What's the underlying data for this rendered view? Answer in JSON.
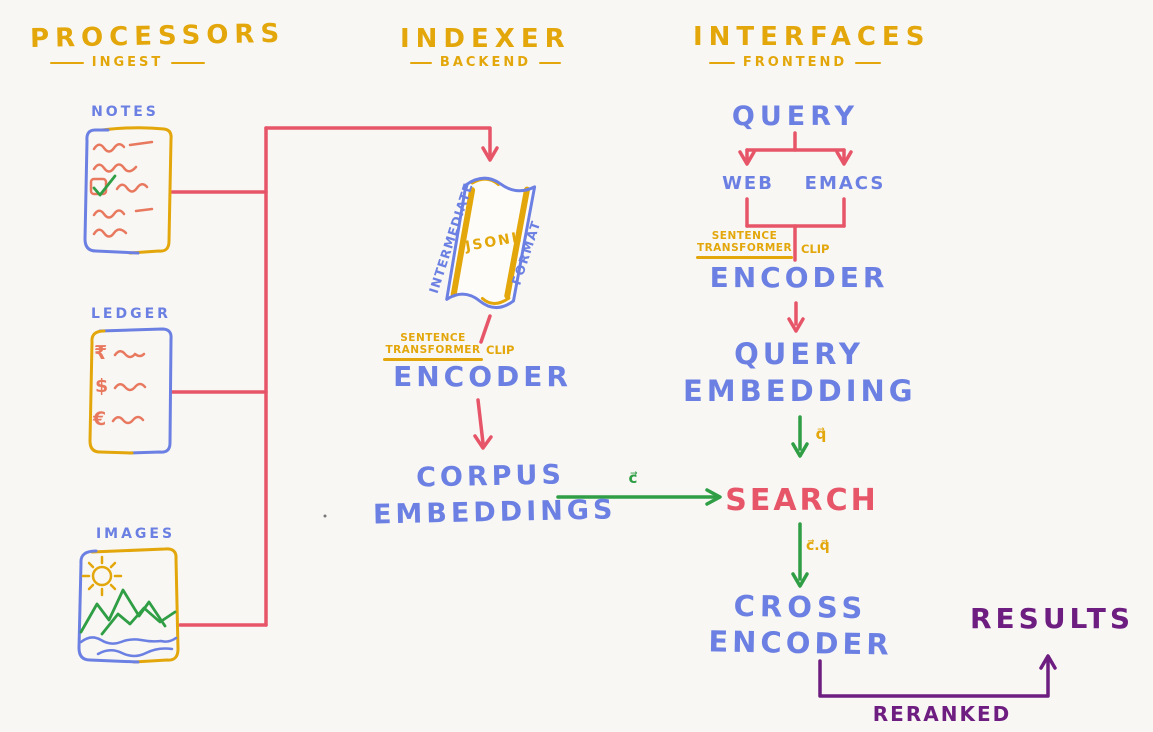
{
  "palette": {
    "background": "#f8f7f4",
    "yellow": "#e3a70b",
    "blue": "#6b80e2",
    "red": "#e75568",
    "salmon": "#e8795f",
    "green": "#2f9e44",
    "purple": "#6e1e80"
  },
  "headers": {
    "processors": {
      "title": "PROCESSORS",
      "subtitle": "INGEST"
    },
    "indexer": {
      "title": "INDEXER",
      "subtitle": "BACKEND"
    },
    "interfaces": {
      "title": "INTERFACES",
      "subtitle": "FRONTEND"
    }
  },
  "processors": {
    "notes_label": "NOTES",
    "ledger_label": "LEDGER",
    "images_label": "IMAGES",
    "ledger_currencies": [
      "₹",
      "$",
      "€"
    ]
  },
  "indexer": {
    "scroll_left": "INTERMEDIATE",
    "scroll_center": "JSONL",
    "scroll_right": "FORMAT",
    "annotation_line1": "SENTENCE",
    "annotation_line2": "TRANSFORMER",
    "annotation_clip": "CLIP",
    "encoder_label": "ENCODER",
    "corpus_line1": "CORPUS",
    "corpus_line2": "EMBEDDINGS",
    "corpus_vector": "c⃗"
  },
  "interfaces": {
    "query_label": "QUERY",
    "web_label": "WEB",
    "emacs_label": "EMACS",
    "annotation_line1": "SENTENCE",
    "annotation_line2": "TRANSFORMER",
    "annotation_clip": "CLIP",
    "encoder_label": "ENCODER",
    "query_embedding_line1": "QUERY",
    "query_embedding_line2": "EMBEDDING",
    "query_vector": "q⃗",
    "search_label": "SEARCH",
    "similarity_vector": "c⃗.q⃗",
    "cross_encoder_line1": "CROSS",
    "cross_encoder_line2": "ENCODER",
    "reranked_label": "RERANKED",
    "results_label": "RESULTS"
  }
}
